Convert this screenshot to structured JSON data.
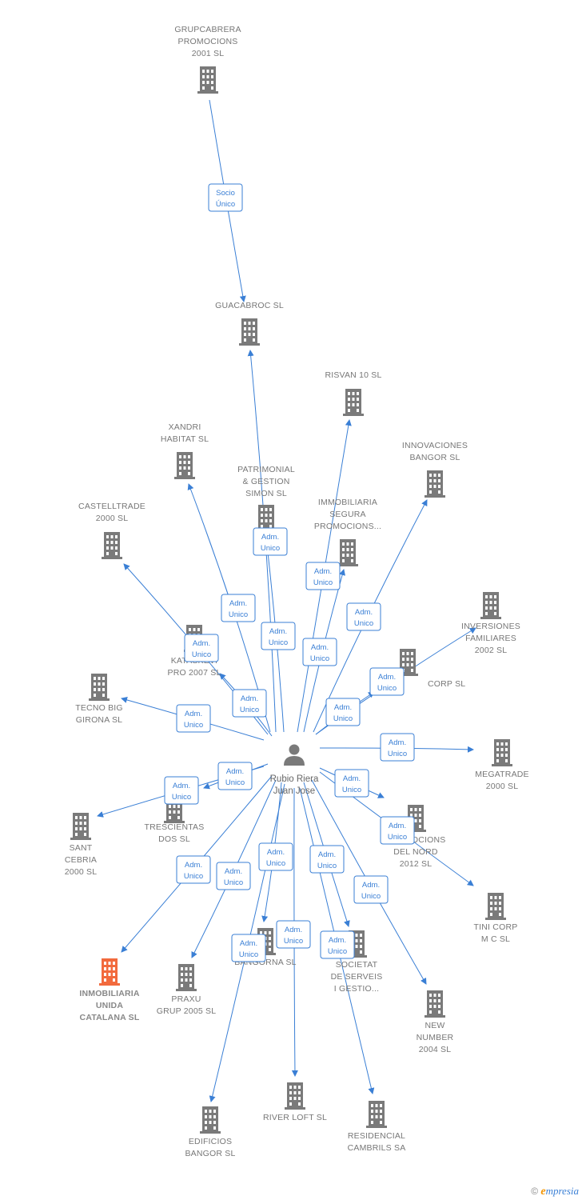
{
  "center": {
    "name_lines": [
      "Rubio Riera",
      "Juan Jose"
    ],
    "icon": "person-icon"
  },
  "colors": {
    "edge": "#3a7fd5",
    "building": "#7a7a7a",
    "highlight": "#f26a3d"
  },
  "nodes": [
    {
      "id": "grupcabrera",
      "lines": [
        "GRUPCABRERA",
        "PROMOCIONS",
        "2001 SL"
      ]
    },
    {
      "id": "guacabroc",
      "lines": [
        "GUACABROC SL"
      ]
    },
    {
      "id": "risvan",
      "lines": [
        "RISVAN 10 SL"
      ]
    },
    {
      "id": "xandri",
      "lines": [
        "XANDRI",
        "HABITAT SL"
      ]
    },
    {
      "id": "innovaciones",
      "lines": [
        "INNOVACIONES",
        "BANGOR SL"
      ]
    },
    {
      "id": "patrimonial",
      "lines": [
        "PATRIMONIAL",
        "& GESTION",
        "SIMON SL"
      ]
    },
    {
      "id": "segura",
      "lines": [
        "IMMOBILIARIA",
        "SEGURA",
        "PROMOCIONS..."
      ]
    },
    {
      "id": "castelltrade",
      "lines": [
        "CASTELLTRADE",
        "2000 SL"
      ]
    },
    {
      "id": "inversiones",
      "lines": [
        "INVERSIONES",
        "FAMILIARES",
        "2002 SL"
      ]
    },
    {
      "id": "kataskevi",
      "lines": [
        "KATASKEVI",
        "PRO 2007 SL"
      ]
    },
    {
      "id": "corp",
      "lines": [
        "CORP SL"
      ]
    },
    {
      "id": "tecnobig",
      "lines": [
        "TECNO BIG",
        "GIRONA SL"
      ]
    },
    {
      "id": "megatrade",
      "lines": [
        "MEGATRADE",
        "2000 SL"
      ]
    },
    {
      "id": "trescientas",
      "lines": [
        "TRESCIENTAS",
        "DOS SL"
      ]
    },
    {
      "id": "santcebria",
      "lines": [
        "SANT",
        "CEBRIA",
        "2000 SL"
      ]
    },
    {
      "id": "promnord",
      "lines": [
        "PROMOCIONS",
        "DEL NORD",
        "2012  SL"
      ]
    },
    {
      "id": "tinicorp",
      "lines": [
        "TINI CORP",
        "M C SL"
      ]
    },
    {
      "id": "inmobiliaria",
      "lines": [
        "INMOBILIARIA",
        "UNIDA",
        "CATALANA SL"
      ]
    },
    {
      "id": "praxu",
      "lines": [
        "PRAXU",
        "GRUP 2005 SL"
      ]
    },
    {
      "id": "bangorna",
      "lines": [
        "BANGORNA SL"
      ]
    },
    {
      "id": "societat",
      "lines": [
        "SOCIETAT",
        "DE SERVEIS",
        "I GESTIO..."
      ]
    },
    {
      "id": "newnumber",
      "lines": [
        "NEW",
        "NUMBER",
        "2004 SL"
      ]
    },
    {
      "id": "edificios",
      "lines": [
        "EDIFICIOS",
        "BANGOR SL"
      ]
    },
    {
      "id": "riverloft",
      "lines": [
        "RIVER LOFT SL"
      ]
    },
    {
      "id": "residencial",
      "lines": [
        "RESIDENCIAL",
        "CAMBRILS SA"
      ]
    }
  ],
  "relations": [
    {
      "from": "grupcabrera",
      "to": "guacabroc",
      "label": [
        "Socio",
        "Único"
      ]
    },
    {
      "from": "center",
      "to": "guacabroc",
      "label": [
        "Adm.",
        "Unico"
      ]
    },
    {
      "from": "center",
      "to": "risvan",
      "label": [
        "Adm.",
        "Unico"
      ]
    },
    {
      "from": "center",
      "to": "xandri",
      "label": [
        "Adm.",
        "Unico"
      ]
    },
    {
      "from": "center",
      "to": "innovaciones",
      "label": [
        "Adm.",
        "Unico"
      ]
    },
    {
      "from": "center",
      "to": "patrimonial",
      "label": [
        "Adm.",
        "Unico"
      ]
    },
    {
      "from": "center",
      "to": "segura",
      "label": [
        "Adm.",
        "Unico"
      ]
    },
    {
      "from": "center",
      "to": "castelltrade",
      "label": [
        "Adm.",
        "Unico"
      ]
    },
    {
      "from": "center",
      "to": "kataskevi",
      "label": [
        "Adm.",
        "Unico"
      ]
    },
    {
      "from": "center",
      "to": "inversiones",
      "label": [
        "Adm.",
        "Unico"
      ]
    },
    {
      "from": "center",
      "to": "corp",
      "label": [
        "Adm.",
        "Unico"
      ]
    },
    {
      "from": "center",
      "to": "tecnobig",
      "label": [
        "Adm.",
        "Unico"
      ]
    },
    {
      "from": "center",
      "to": "megatrade",
      "label": [
        "Adm.",
        "Unico"
      ]
    },
    {
      "from": "center",
      "to": "trescientas",
      "label": [
        "Adm.",
        "Unico"
      ]
    },
    {
      "from": "center",
      "to": "santcebria",
      "label": [
        "Adm.",
        "Unico"
      ]
    },
    {
      "from": "center",
      "to": "promnord",
      "label": [
        "Adm.",
        "Unico"
      ]
    },
    {
      "from": "center",
      "to": "tinicorp",
      "label": [
        "Adm.",
        "Unico"
      ]
    },
    {
      "from": "center",
      "to": "inmobiliaria",
      "label": [
        "Adm.",
        "Unico"
      ]
    },
    {
      "from": "center",
      "to": "praxu",
      "label": [
        "Adm.",
        "Unico"
      ]
    },
    {
      "from": "center",
      "to": "bangorna",
      "label": [
        "Adm.",
        "Unico"
      ]
    },
    {
      "from": "center",
      "to": "societat",
      "label": [
        "Adm.",
        "Unico"
      ]
    },
    {
      "from": "center",
      "to": "newnumber",
      "label": [
        "Adm.",
        "Unico"
      ]
    },
    {
      "from": "center",
      "to": "edificios",
      "label": [
        "Adm.",
        "Unico"
      ]
    },
    {
      "from": "center",
      "to": "riverloft",
      "label": [
        "Adm.",
        "Unico"
      ]
    },
    {
      "from": "center",
      "to": "residencial",
      "label": [
        "Adm.",
        "Unico"
      ]
    }
  ],
  "footer": {
    "copyright": "©",
    "brand_initial": "e",
    "brand_rest": "mpresia"
  }
}
